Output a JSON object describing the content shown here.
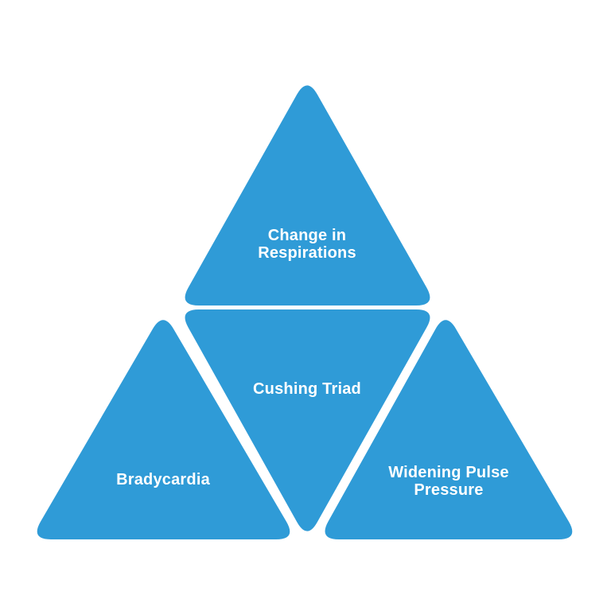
{
  "diagram": {
    "type": "triad-pyramid",
    "center": {
      "label": "Cushing Triad"
    },
    "top": {
      "line1": "Change in",
      "line2": "Respirations"
    },
    "left": {
      "label": "Bradycardia"
    },
    "right": {
      "line1": "Widening Pulse",
      "line2": "Pressure"
    },
    "colors": {
      "triangle_fill": "#2F9BD7",
      "label_text": "#FFFFFF",
      "background": "#FFFFFF"
    }
  }
}
